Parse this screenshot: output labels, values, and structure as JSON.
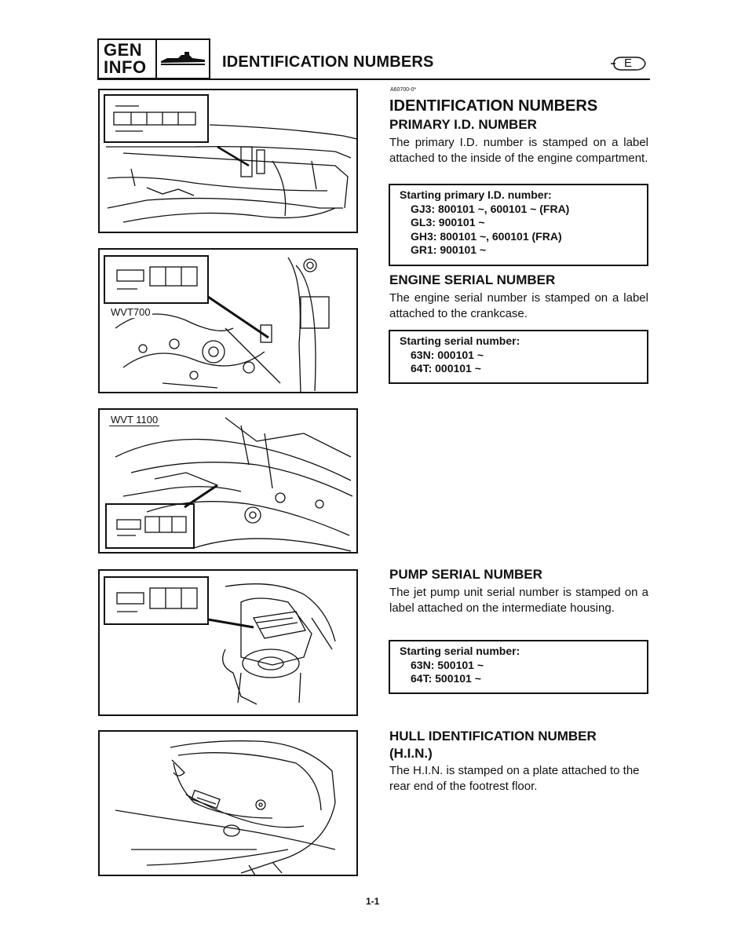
{
  "header": {
    "section_line1": "GEN",
    "section_line2": "INFO",
    "title": "IDENTIFICATION NUMBERS",
    "language": "E"
  },
  "content": {
    "ref_code": "A60700-0*",
    "main_title": "IDENTIFICATION NUMBERS",
    "primary": {
      "title": "PRIMARY I.D. NUMBER",
      "text": "The primary I.D. number is stamped on a label attached to the inside of the engine compartment.",
      "box_heading": "Starting primary I.D. number:",
      "lines": [
        "GJ3: 800101 ~, 600101 ~ (FRA)",
        "GL3: 900101 ~",
        "GH3: 800101 ~, 600101 (FRA)",
        "GR1: 900101 ~"
      ]
    },
    "engine": {
      "title": "ENGINE SERIAL NUMBER",
      "text": "The engine serial number is stamped on a label attached to the crankcase.",
      "box_heading": "Starting serial number:",
      "lines": [
        "63N: 000101 ~",
        "64T: 000101 ~"
      ]
    },
    "pump": {
      "title": "PUMP SERIAL NUMBER",
      "text": "The jet pump unit serial number is stamped on a label attached on the intermediate housing.",
      "box_heading": "Starting serial number:",
      "lines": [
        "63N: 500101 ~",
        "64T: 500101 ~"
      ]
    },
    "hull": {
      "title_line1": "HULL IDENTIFICATION NUMBER",
      "title_line2": "(H.I.N.)",
      "text": "The H.I.N. is stamped on a plate attached to the rear end of the footrest floor."
    }
  },
  "figures": {
    "fig2_label": "WVT700",
    "fig3_label": "WVT 1100"
  },
  "footer": {
    "page_number": "1-1"
  }
}
